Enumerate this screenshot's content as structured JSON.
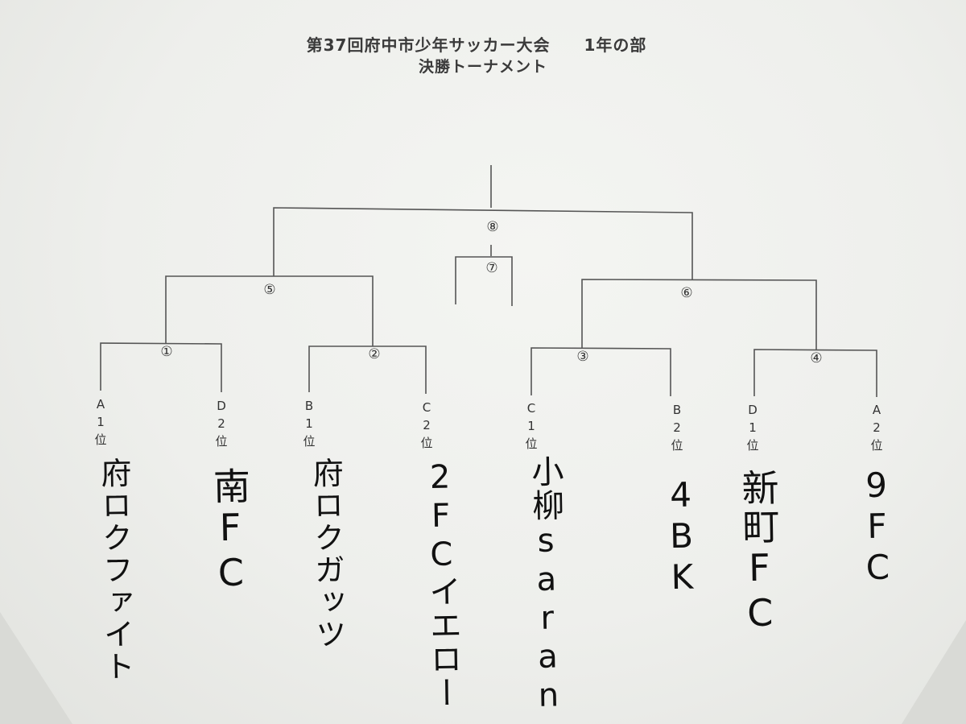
{
  "header": {
    "title_line1": "第37回府中市少年サッカー大会　　1年の部",
    "title_line2": "決勝トーナメント"
  },
  "matches": {
    "m1": "①",
    "m2": "②",
    "m3": "③",
    "m4": "④",
    "m5": "⑤",
    "m6": "⑥",
    "m7": "⑦",
    "m8": "⑧"
  },
  "seeds": [
    {
      "group": "A",
      "rank": "1",
      "suffix": "位"
    },
    {
      "group": "D",
      "rank": "2",
      "suffix": "位"
    },
    {
      "group": "B",
      "rank": "1",
      "suffix": "位"
    },
    {
      "group": "C",
      "rank": "2",
      "suffix": "位"
    },
    {
      "group": "C",
      "rank": "1",
      "suffix": "位"
    },
    {
      "group": "B",
      "rank": "2",
      "suffix": "位"
    },
    {
      "group": "D",
      "rank": "1",
      "suffix": "位"
    },
    {
      "group": "A",
      "rank": "2",
      "suffix": "位"
    }
  ],
  "teams": [
    {
      "name": "府ロクファイト"
    },
    {
      "name": "南FC"
    },
    {
      "name": "府ロクガッツ"
    },
    {
      "name": "2FCイエロー"
    },
    {
      "name": "小柳saran"
    },
    {
      "name": "4BK"
    },
    {
      "name": "新町FC"
    },
    {
      "name": "9FC"
    }
  ],
  "colors": {
    "paper": "#eeefec",
    "line": "#555555",
    "ink": "#111111"
  }
}
